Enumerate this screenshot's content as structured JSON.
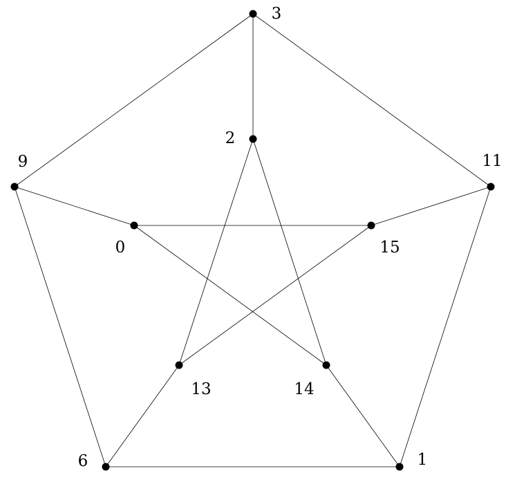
{
  "graph": {
    "nodes": [
      {
        "id": "3",
        "label": "3"
      },
      {
        "id": "2",
        "label": "2"
      },
      {
        "id": "9",
        "label": "9"
      },
      {
        "id": "11",
        "label": "11"
      },
      {
        "id": "0",
        "label": "0"
      },
      {
        "id": "15",
        "label": "15"
      },
      {
        "id": "13",
        "label": "13"
      },
      {
        "id": "14",
        "label": "14"
      },
      {
        "id": "6",
        "label": "6"
      },
      {
        "id": "1",
        "label": "1"
      }
    ],
    "edges": [
      [
        "3",
        "2"
      ],
      [
        "3",
        "9"
      ],
      [
        "3",
        "11"
      ],
      [
        "9",
        "0"
      ],
      [
        "9",
        "6"
      ],
      [
        "11",
        "15"
      ],
      [
        "11",
        "1"
      ],
      [
        "0",
        "15"
      ],
      [
        "0",
        "14"
      ],
      [
        "2",
        "13"
      ],
      [
        "2",
        "14"
      ],
      [
        "15",
        "13"
      ],
      [
        "13",
        "6"
      ],
      [
        "14",
        "1"
      ],
      [
        "6",
        "1"
      ]
    ],
    "edge_color": "#000000",
    "node_color": "#000000"
  }
}
